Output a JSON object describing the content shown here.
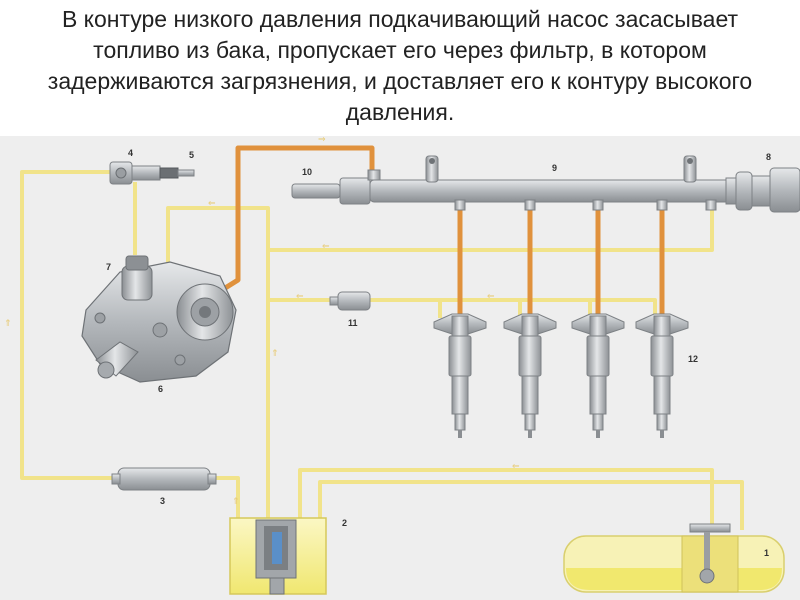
{
  "caption": {
    "text": "В контуре низкого давления подкачивающий насос засасывает топливо из бака, пропускает его через фильтр, в котором задерживаются загрязнения, и доставляет его к контуру высокого давления."
  },
  "labels": {
    "tank": "1",
    "pump_module": "2",
    "fuel_filter": "3",
    "item_4": "4",
    "item_5": "5",
    "high_pressure_pump": "6",
    "pressure_regulator": "7",
    "pressure_limiter": "8",
    "rail": "9",
    "rail_pressure_sensor": "10",
    "return_component": "11",
    "injector": "12"
  },
  "colors": {
    "background_panel": "#eeeeee",
    "low_pressure_line": "#f1e38a",
    "high_pressure_line": "#e0913c",
    "return_line": "#f2eab0",
    "tank_fuel": "#f4ee8c",
    "metal": "#b8bcc0"
  }
}
